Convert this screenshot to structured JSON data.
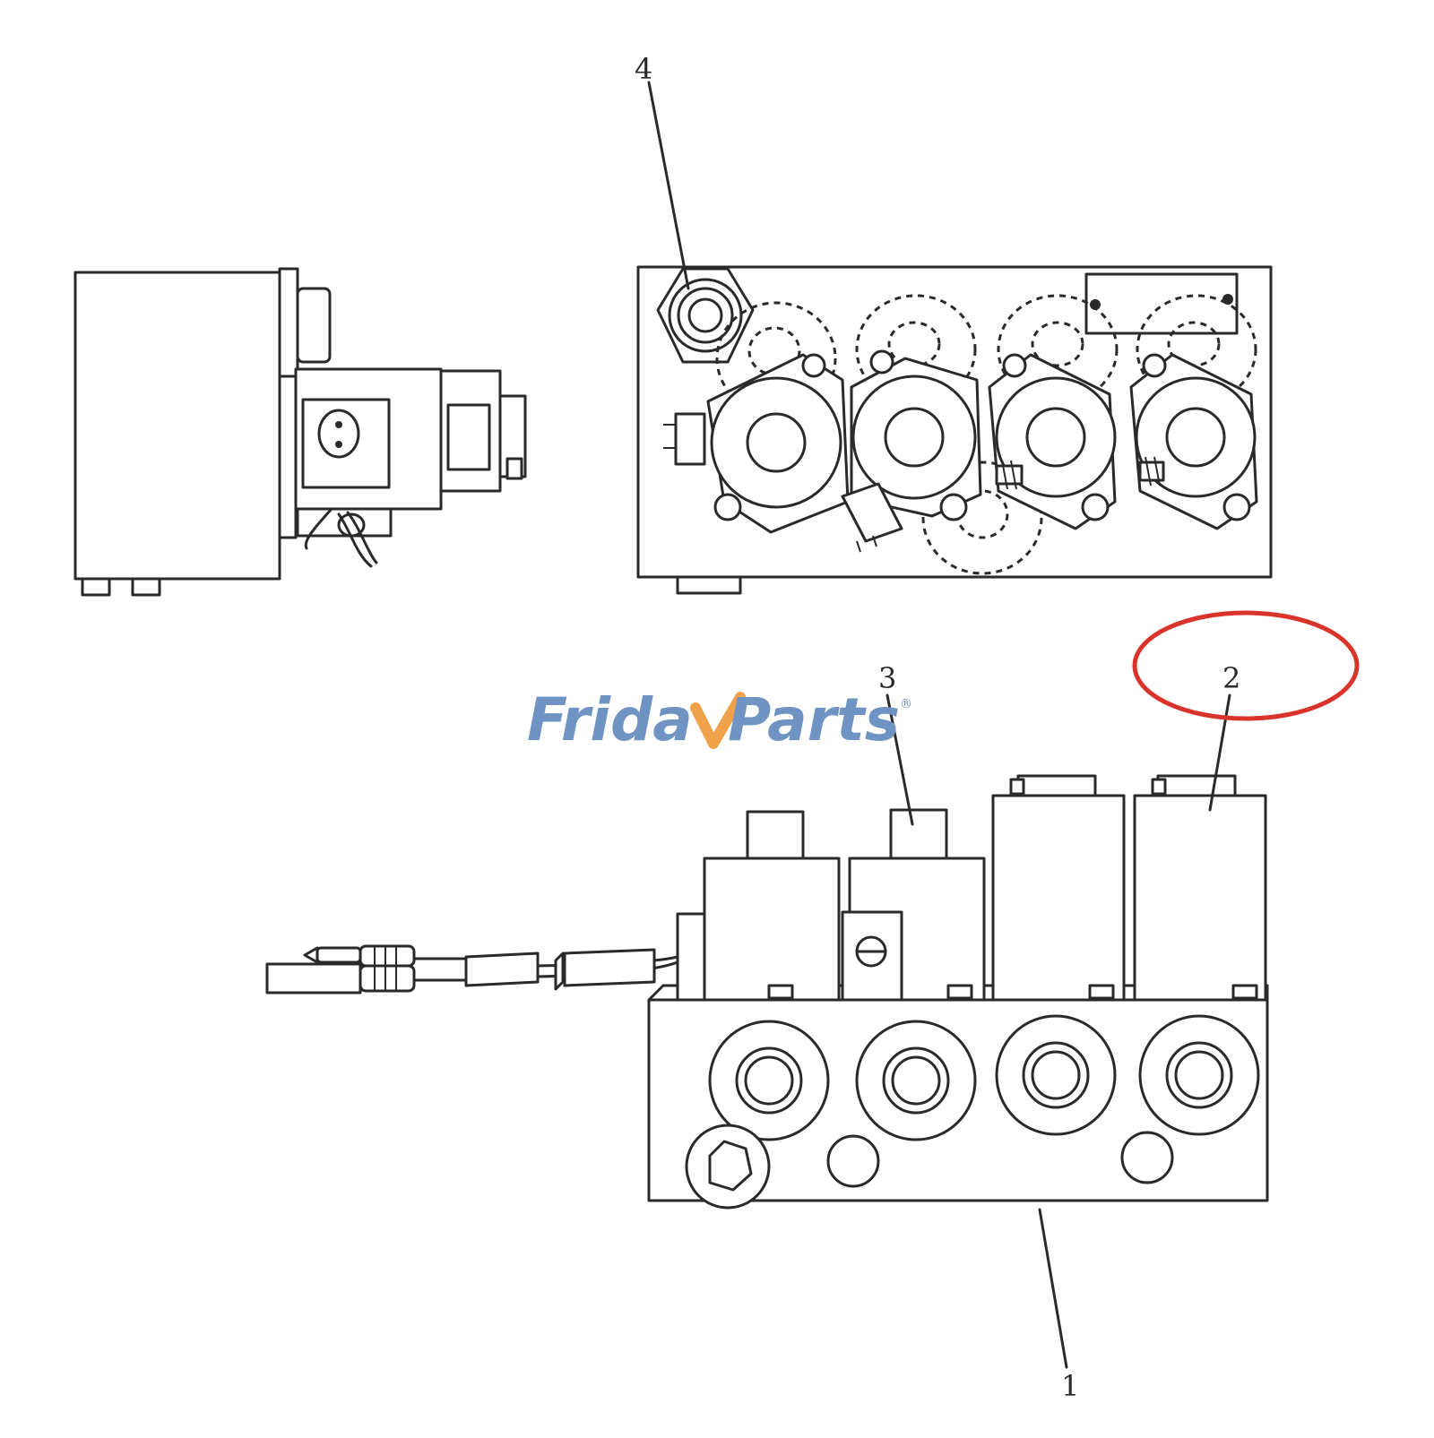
{
  "watermark": {
    "part1": "Frida",
    "part2": "Parts",
    "registered": "®",
    "blue": "#6f93c2",
    "orange": "#f0a24a"
  },
  "callouts": [
    {
      "id": "1",
      "label": "1"
    },
    {
      "id": "2",
      "label": "2"
    },
    {
      "id": "3",
      "label": "3"
    },
    {
      "id": "4",
      "label": "4"
    }
  ],
  "highlight": {
    "target": "2",
    "color": "#d9342b"
  }
}
